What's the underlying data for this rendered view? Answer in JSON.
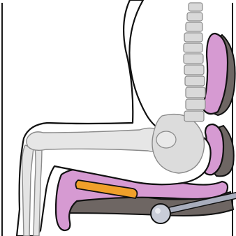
{
  "illustration": {
    "subject": "seated-posture-on-ergonomic-chair",
    "colors": {
      "background": "#ffffff",
      "frame_line": "#1a1a1a",
      "body_outline": "#111111",
      "skeleton_fill": "#d9d9d9",
      "skeleton_outline": "#8a8a8a",
      "cushion_pink": "#d69ad2",
      "cushion_pink_dark": "#b97bb4",
      "shell_gray": "#6e6663",
      "shell_gray_dark": "#4e4745",
      "seat_pad_orange": "#f0a02a",
      "rail_metal": "#a9aebd",
      "knob_metal": "#c9cdd8"
    },
    "parts": [
      "frame",
      "person-outline",
      "spine",
      "pelvis",
      "femur",
      "lower-leg-bones",
      "backrest-upper-cushion",
      "backrest-lumbar-cushion",
      "seat-cushion",
      "seat-insert",
      "chair-rail",
      "rail-knob"
    ]
  }
}
